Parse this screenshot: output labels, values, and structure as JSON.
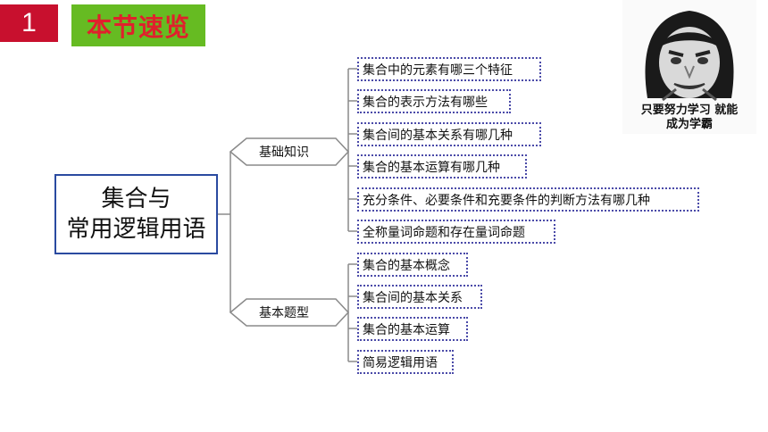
{
  "header": {
    "section_number": "1",
    "section_title": "本节速览"
  },
  "meme": {
    "caption_line1": "只要努力学习 就能",
    "caption_line2": "成为学霸"
  },
  "mindmap": {
    "root_line1": "集合与",
    "root_line2": "常用逻辑用语",
    "branches": [
      {
        "label": "基础知识",
        "items": [
          "集合中的元素有哪三个特征",
          "集合的表示方法有哪些",
          "集合间的基本关系有哪几种",
          "集合的基本运算有哪几种",
          "充分条件、必要条件和充要条件的判断方法有哪几种",
          "全称量词命题和存在量词命题"
        ]
      },
      {
        "label": "基本题型",
        "items": [
          "集合的基本概念",
          "集合间的基本关系",
          "集合的基本运算",
          "简易逻辑用语"
        ]
      }
    ]
  },
  "colors": {
    "accent_red": "#c8102e",
    "title_bg_green": "#66bb22",
    "title_text_red": "#e0202c",
    "root_border_blue": "#2a4aa0",
    "leaf_border": "#4a4aa8",
    "line_gray": "#8a8a8a"
  }
}
